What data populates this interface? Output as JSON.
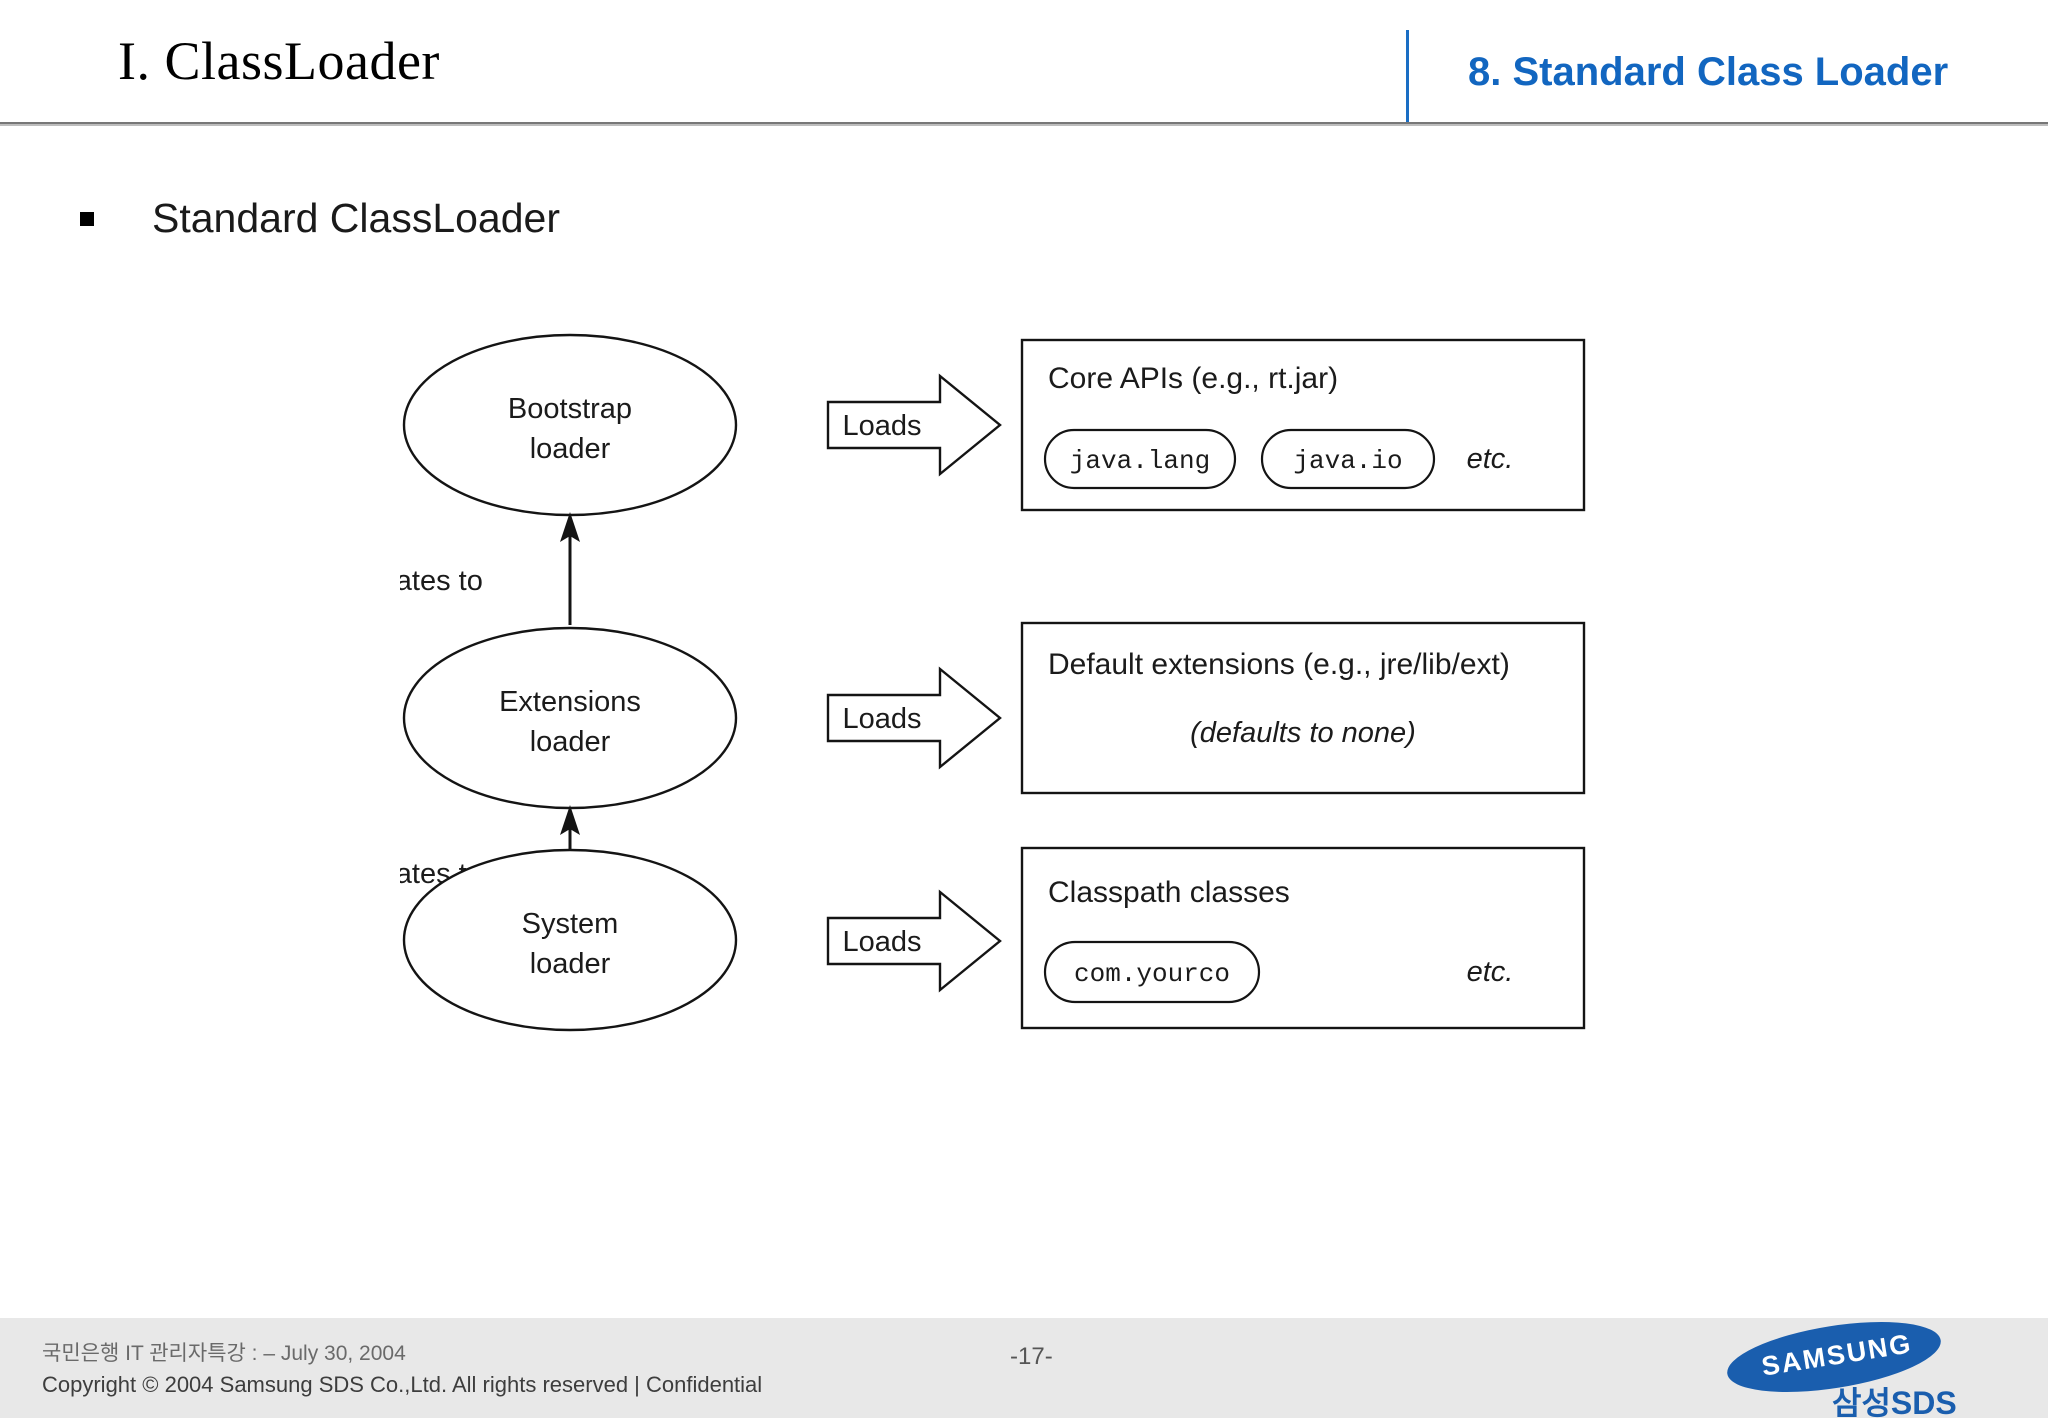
{
  "header": {
    "slide_title": "I. ClassLoader",
    "section_title": "8. Standard Class Loader",
    "accent_color": "#1266c0",
    "divider_color": "#1a6ec4"
  },
  "content": {
    "bullet": "Standard ClassLoader"
  },
  "diagram": {
    "type": "flow",
    "nodes": [
      {
        "id": "bootstrap",
        "line1": "Bootstrap",
        "line2": "loader",
        "shape": "ellipse"
      },
      {
        "id": "extensions",
        "line1": "Extensions",
        "line2": "loader",
        "shape": "ellipse"
      },
      {
        "id": "system",
        "line1": "System",
        "line2": "loader",
        "shape": "ellipse"
      }
    ],
    "arrows": [
      {
        "id": "loads-1",
        "label": "Loads"
      },
      {
        "id": "loads-2",
        "label": "Loads"
      },
      {
        "id": "loads-3",
        "label": "Loads"
      }
    ],
    "delegations": [
      {
        "id": "delegate-ext-to-bootstrap",
        "label": "Delegates to"
      },
      {
        "id": "delegate-sys-to-ext",
        "label": "Delegates to"
      }
    ],
    "targets": [
      {
        "id": "core-apis",
        "title": "Core APIs (e.g., rt.jar)",
        "pills": [
          "java.lang",
          "java.io"
        ],
        "etc": "etc.",
        "note": ""
      },
      {
        "id": "default-extensions",
        "title": "Default extensions (e.g., jre/lib/ext)",
        "pills": [],
        "etc": "",
        "note": "(defaults to none)"
      },
      {
        "id": "classpath-classes",
        "title": "Classpath classes",
        "pills": [
          "com.yourco"
        ],
        "etc": "etc.",
        "note": ""
      }
    ]
  },
  "footer": {
    "line1": "국민은행 IT 관리자특강 : – July 30, 2004",
    "line2": "Copyright © 2004 Samsung SDS Co.,Ltd. All rights reserved  |   Confidential",
    "page_number": "-17-",
    "logo_wordmark": "SAMSUNG",
    "logo_sds": "삼성SDS",
    "logo_color": "#1a5eae"
  }
}
